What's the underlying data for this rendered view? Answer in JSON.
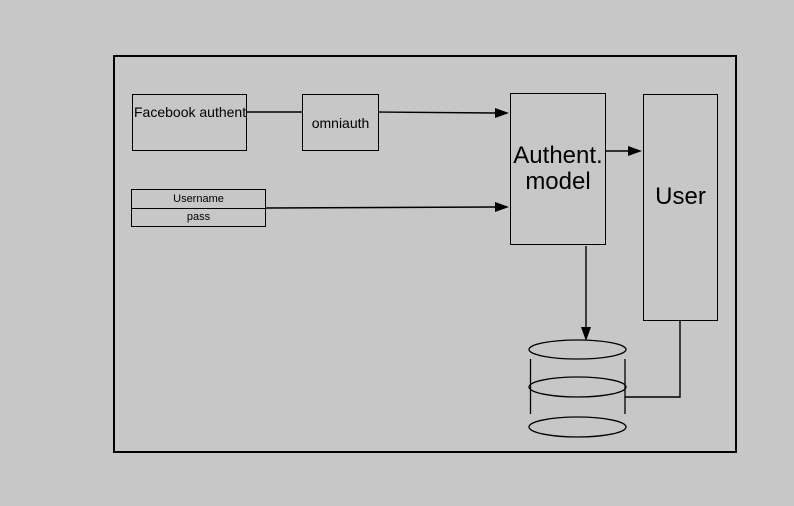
{
  "colors": {
    "background": "#c7c7c7",
    "stroke": "#000000",
    "text": "#000000"
  },
  "nodes": {
    "facebook_authent": {
      "label": "Facebook authent"
    },
    "omniauth": {
      "label": "omniauth"
    },
    "credentials": {
      "username_label": "Username",
      "pass_label": "pass"
    },
    "authent_model": {
      "label_line1": "Authent.",
      "label_line2": "model"
    },
    "user": {
      "label": "User"
    },
    "database": {
      "icon": "database-cylinder-icon"
    }
  }
}
